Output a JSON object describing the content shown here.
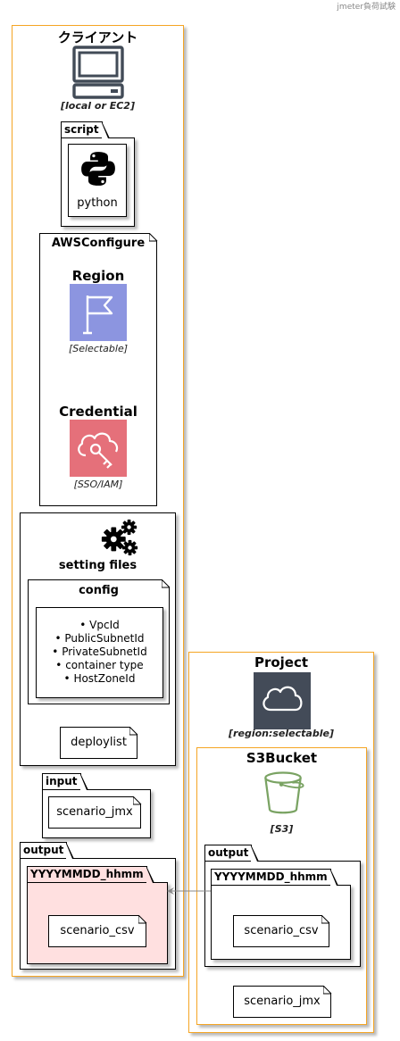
{
  "header": {
    "title": "jmeter負荷試験"
  },
  "client": {
    "title": "クライアント",
    "machine_caption": "[local or EC2]",
    "script": {
      "label": "script",
      "python_label": "python"
    },
    "aws_configure": {
      "label": "AWSConfigure",
      "region": {
        "title": "Region",
        "caption": "[Selectable]",
        "color": "#8c95e0"
      },
      "credential": {
        "title": "Credential",
        "caption": "[SSO/IAM]",
        "color": "#e5707a"
      }
    },
    "setting_files": {
      "title": "setting files",
      "config": {
        "label": "config",
        "items": [
          "VpcId",
          "PublicSubnetId",
          "PrivateSubnetId",
          "container type",
          "HostZoneId"
        ]
      },
      "deploylist": "deploylist"
    },
    "input": {
      "label": "input",
      "file": "scenario_jmx"
    },
    "output": {
      "label": "output",
      "folder": {
        "label": "YYYYMMDD_hhmm",
        "file": "scenario_csv",
        "color": "#ffe0e0"
      }
    }
  },
  "project": {
    "title": "Project",
    "caption": "[region:selectable]",
    "cloud_color": "#434b58",
    "s3": {
      "title": "S3Bucket",
      "caption": "[S3]",
      "bucket_color": "#7aa363",
      "output": {
        "label": "output",
        "folder": {
          "label": "YYYYMMDD_hhmm",
          "file": "scenario_csv"
        }
      },
      "scenario_file": "scenario_jmx"
    }
  },
  "colors": {
    "frame_border": "#f5a524",
    "arrow": "#888888"
  }
}
